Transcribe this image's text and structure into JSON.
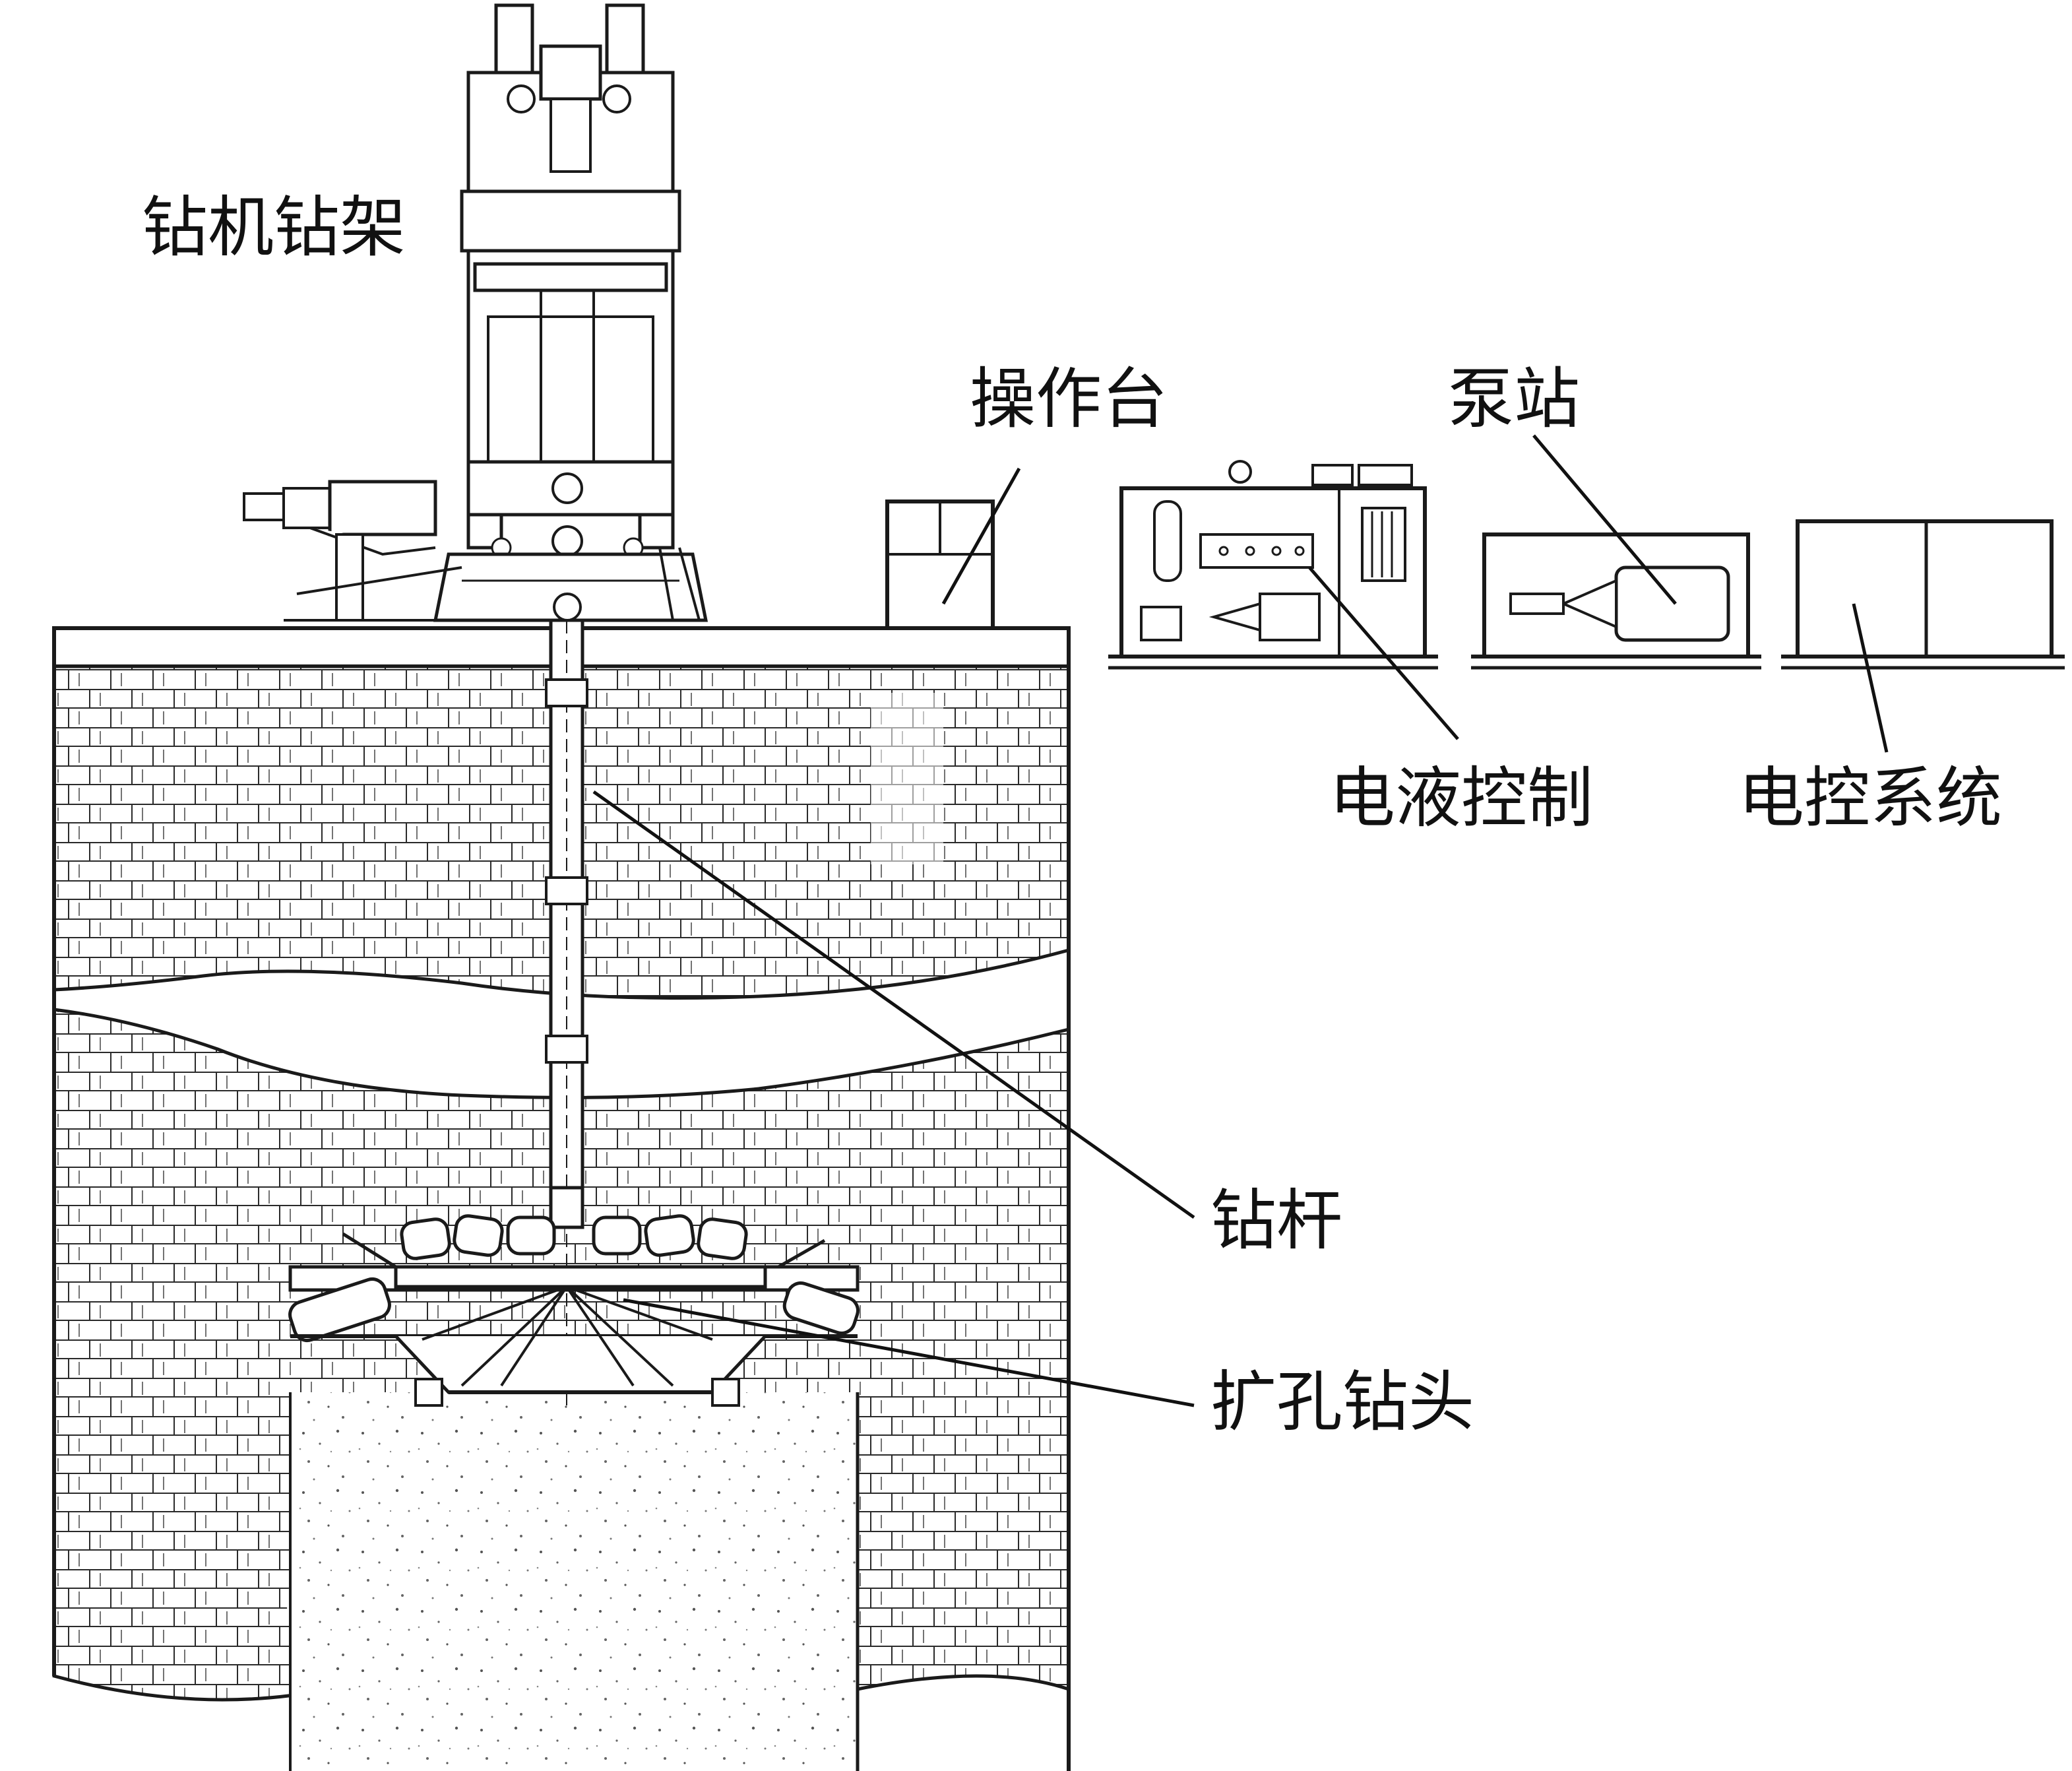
{
  "labels": {
    "drill_frame": "钻机钻架",
    "operating_console": "操作台",
    "pump_station": "泵站",
    "electro_hydraulic_control": "电液控制",
    "electric_control_system": "电控系统",
    "drill_rod": "钻杆",
    "reaming_bit": "扩孔钻头"
  },
  "colors": {
    "line": "#1a1a1a",
    "background": "#ffffff"
  }
}
